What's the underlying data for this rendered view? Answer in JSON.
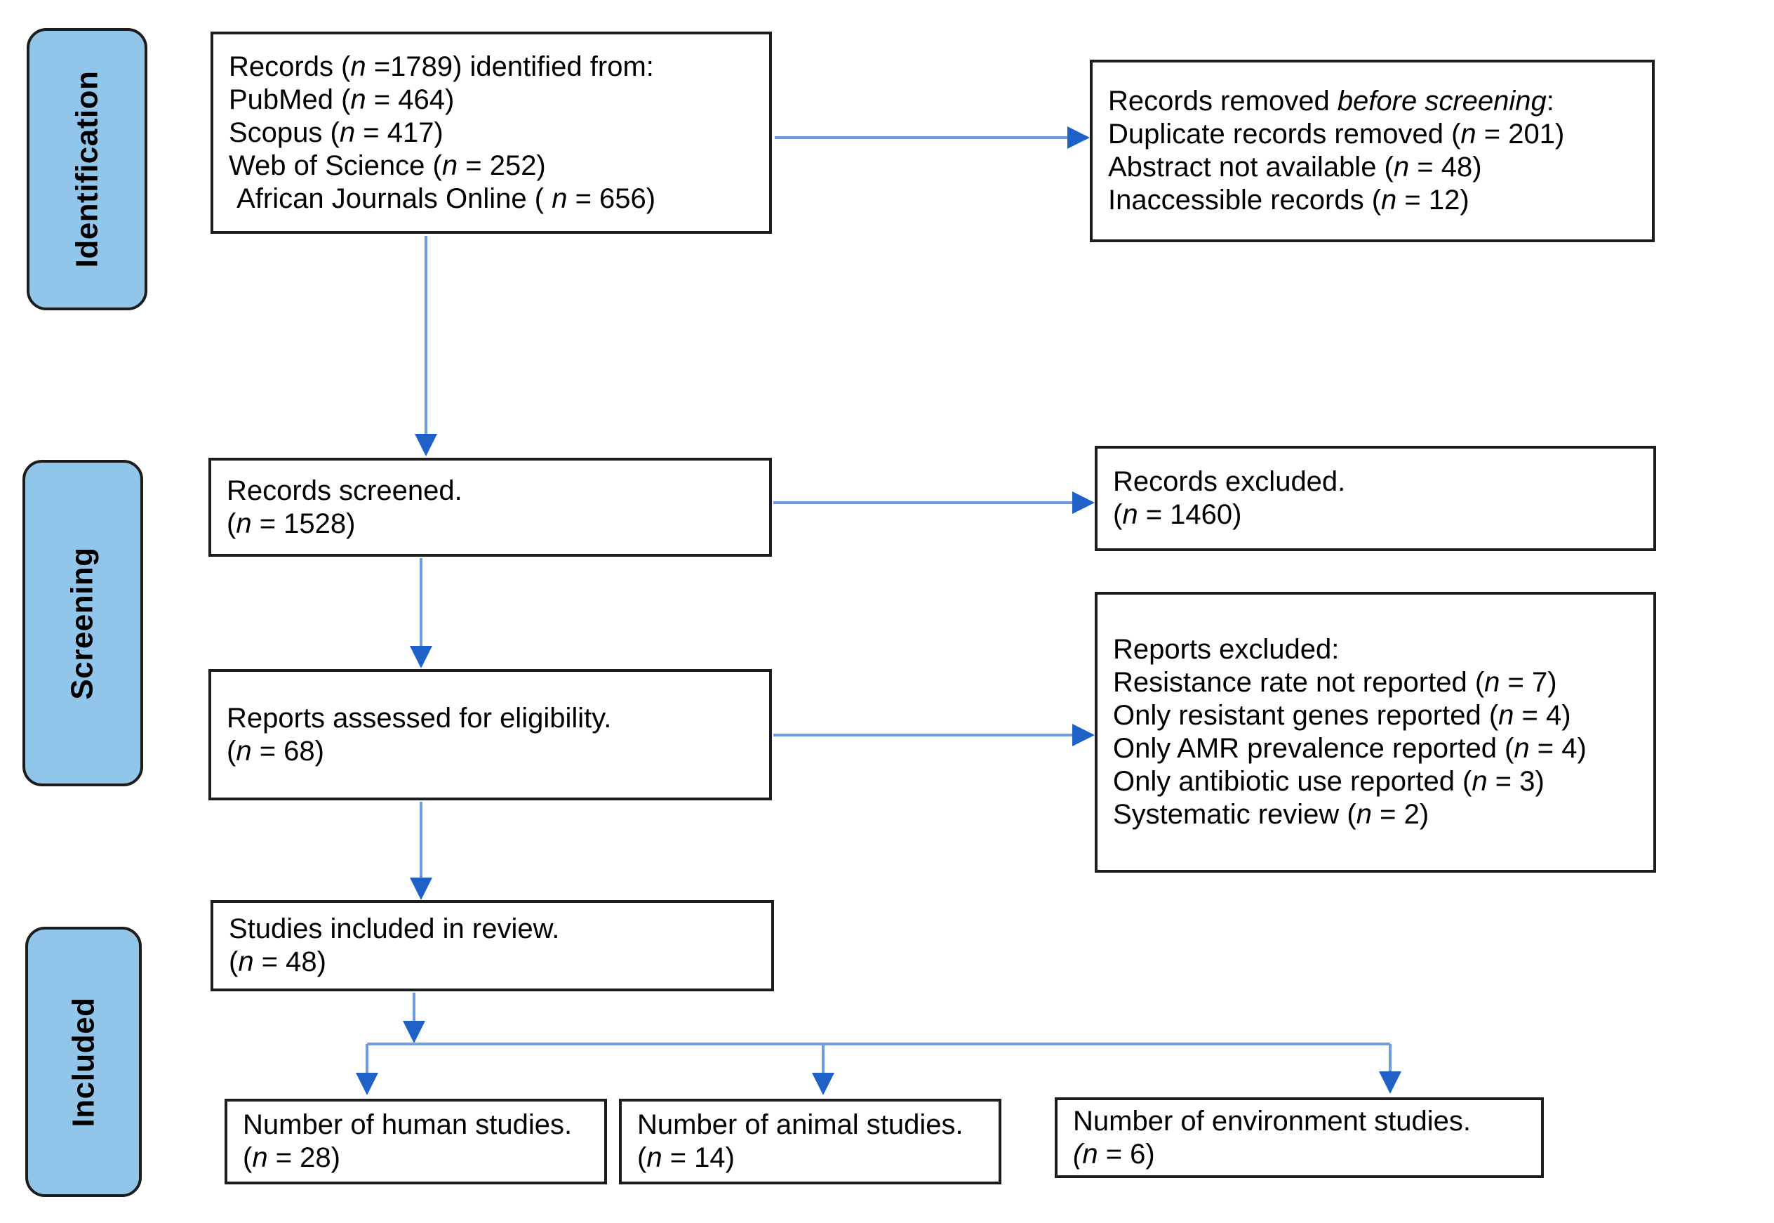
{
  "figure": {
    "type": "prisma-flow-diagram",
    "stage_labels": [
      {
        "id": "identification",
        "text": "Identification"
      },
      {
        "id": "screening",
        "text": "Screening"
      },
      {
        "id": "included",
        "text": "Included"
      }
    ]
  },
  "palette": {
    "background": "#ffffff",
    "label_fill": "#92C5EA",
    "border_color": "#1c1c1c",
    "text_color": "#000000",
    "line_color": "#6F9BE3",
    "arrowhead_color": "#1E62C9"
  },
  "boxes": {
    "records_identified": {
      "lines": [
        [
          {
            "t": "Records ("
          },
          {
            "t": "n",
            "i": true
          },
          {
            "t": " =1789) identified from:"
          }
        ],
        [
          {
            "t": "PubMed ("
          },
          {
            "t": "n",
            "i": true
          },
          {
            "t": " = 464)"
          }
        ],
        [
          {
            "t": "Scopus ("
          },
          {
            "t": "n",
            "i": true
          },
          {
            "t": " = 417)"
          }
        ],
        [
          {
            "t": "Web of Science ("
          },
          {
            "t": "n",
            "i": true
          },
          {
            "t": " = 252)"
          }
        ],
        [
          {
            "t": " African Journals Online ( "
          },
          {
            "t": "n",
            "i": true
          },
          {
            "t": " = 656)"
          }
        ]
      ]
    },
    "records_removed": {
      "lines": [
        [
          {
            "t": "Records removed "
          },
          {
            "t": "before screening",
            "i": true
          },
          {
            "t": ":"
          }
        ],
        [
          {
            "t": "Duplicate records removed ("
          },
          {
            "t": "n",
            "i": true
          },
          {
            "t": " = 201)"
          }
        ],
        [
          {
            "t": "Abstract not available ("
          },
          {
            "t": "n",
            "i": true
          },
          {
            "t": " = 48)"
          }
        ],
        [
          {
            "t": "Inaccessible records ("
          },
          {
            "t": "n",
            "i": true
          },
          {
            "t": " = 12)"
          }
        ]
      ]
    },
    "records_screened": {
      "lines": [
        [
          {
            "t": "Records screened."
          }
        ],
        [
          {
            "t": "("
          },
          {
            "t": "n",
            "i": true
          },
          {
            "t": " = 1528)"
          }
        ]
      ]
    },
    "records_excluded": {
      "lines": [
        [
          {
            "t": "Records excluded."
          }
        ],
        [
          {
            "t": "("
          },
          {
            "t": "n",
            "i": true
          },
          {
            "t": " = 1460)"
          }
        ]
      ]
    },
    "reports_assessed": {
      "lines": [
        [
          {
            "t": "Reports assessed for eligibility."
          }
        ],
        [
          {
            "t": "("
          },
          {
            "t": "n",
            "i": true
          },
          {
            "t": " = 68)"
          }
        ]
      ]
    },
    "reports_excluded": {
      "lines": [
        [
          {
            "t": "Reports excluded:"
          }
        ],
        [
          {
            "t": "Resistance rate not reported ("
          },
          {
            "t": "n",
            "i": true
          },
          {
            "t": " = 7)"
          }
        ],
        [
          {
            "t": "Only resistant genes reported ("
          },
          {
            "t": "n",
            "i": true
          },
          {
            "t": " = 4)"
          }
        ],
        [
          {
            "t": "Only AMR prevalence reported ("
          },
          {
            "t": "n",
            "i": true
          },
          {
            "t": " = 4)"
          }
        ],
        [
          {
            "t": "Only antibiotic use reported ("
          },
          {
            "t": "n",
            "i": true
          },
          {
            "t": " = 3)"
          }
        ],
        [
          {
            "t": "Systematic review ("
          },
          {
            "t": "n",
            "i": true
          },
          {
            "t": " = 2)"
          }
        ]
      ]
    },
    "studies_included": {
      "lines": [
        [
          {
            "t": "Studies included in review."
          }
        ],
        [
          {
            "t": "("
          },
          {
            "t": "n",
            "i": true
          },
          {
            "t": " = 48)"
          }
        ]
      ]
    },
    "human_studies": {
      "lines": [
        [
          {
            "t": "Number of human studies."
          }
        ],
        [
          {
            "t": "("
          },
          {
            "t": "n",
            "i": true
          },
          {
            "t": " = 28)"
          }
        ]
      ]
    },
    "animal_studies": {
      "lines": [
        [
          {
            "t": "Number of animal studies."
          }
        ],
        [
          {
            "t": "("
          },
          {
            "t": "n",
            "i": true
          },
          {
            "t": " = 14)"
          }
        ]
      ]
    },
    "environment_studies": {
      "lines": [
        [
          {
            "t": "Number of environment studies."
          }
        ],
        [
          {
            "t": "(n",
            "i": true
          },
          {
            "t": " = 6)"
          }
        ]
      ]
    }
  }
}
